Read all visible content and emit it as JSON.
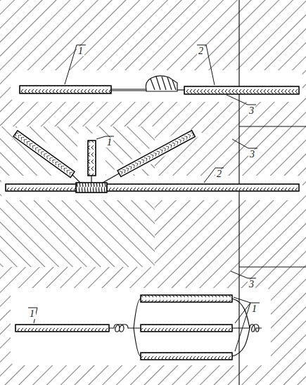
{
  "diagram": {
    "labels": [
      "1",
      "2",
      "3",
      "3",
      "1",
      "2",
      "3",
      "1",
      "1"
    ]
  }
}
